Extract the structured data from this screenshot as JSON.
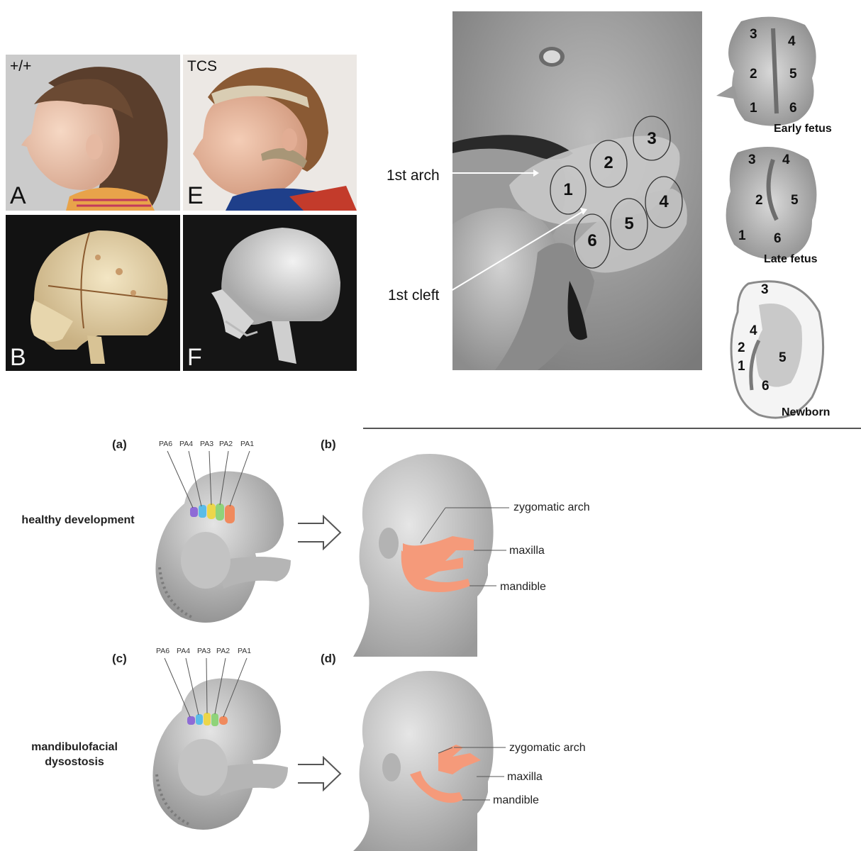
{
  "photo_panels": {
    "a_genotype": "+/+",
    "a_letter": "A",
    "e_genotype": "TCS",
    "e_letter": "E",
    "b_letter": "B",
    "f_letter": "F"
  },
  "embryo_sem": {
    "hillocks": [
      "1",
      "2",
      "3",
      "4",
      "5",
      "6"
    ],
    "arch_label": "1st arch",
    "cleft_label": "1st cleft"
  },
  "ear_stages": [
    {
      "name": "Early fetus",
      "numbers": [
        "3",
        "4",
        "2",
        "5",
        "1",
        "6"
      ]
    },
    {
      "name": "Late fetus",
      "numbers": [
        "3",
        "4",
        "2",
        "5",
        "1",
        "6"
      ]
    },
    {
      "name": "Newborn",
      "numbers": [
        "3",
        "4",
        "2",
        "5",
        "1",
        "6"
      ]
    }
  ],
  "development": {
    "pa_labels": [
      "PA6",
      "PA4",
      "PA3",
      "PA2",
      "PA1"
    ],
    "arch_colors": [
      "#8e6bd6",
      "#5bbce8",
      "#ecd64a",
      "#8fd37a",
      "#f08a5d"
    ],
    "bone_color": "#f59a7a",
    "healthy": {
      "embryo_letter": "(a)",
      "head_letter": "(b)",
      "condition": "healthy development",
      "bones": [
        "zygomatic arch",
        "maxilla",
        "mandible"
      ]
    },
    "disease": {
      "embryo_letter": "(c)",
      "head_letter": "(d)",
      "condition": "mandibulofacial dysostosis",
      "bones": [
        "zygomatic arch",
        "maxilla",
        "mandible"
      ]
    }
  }
}
